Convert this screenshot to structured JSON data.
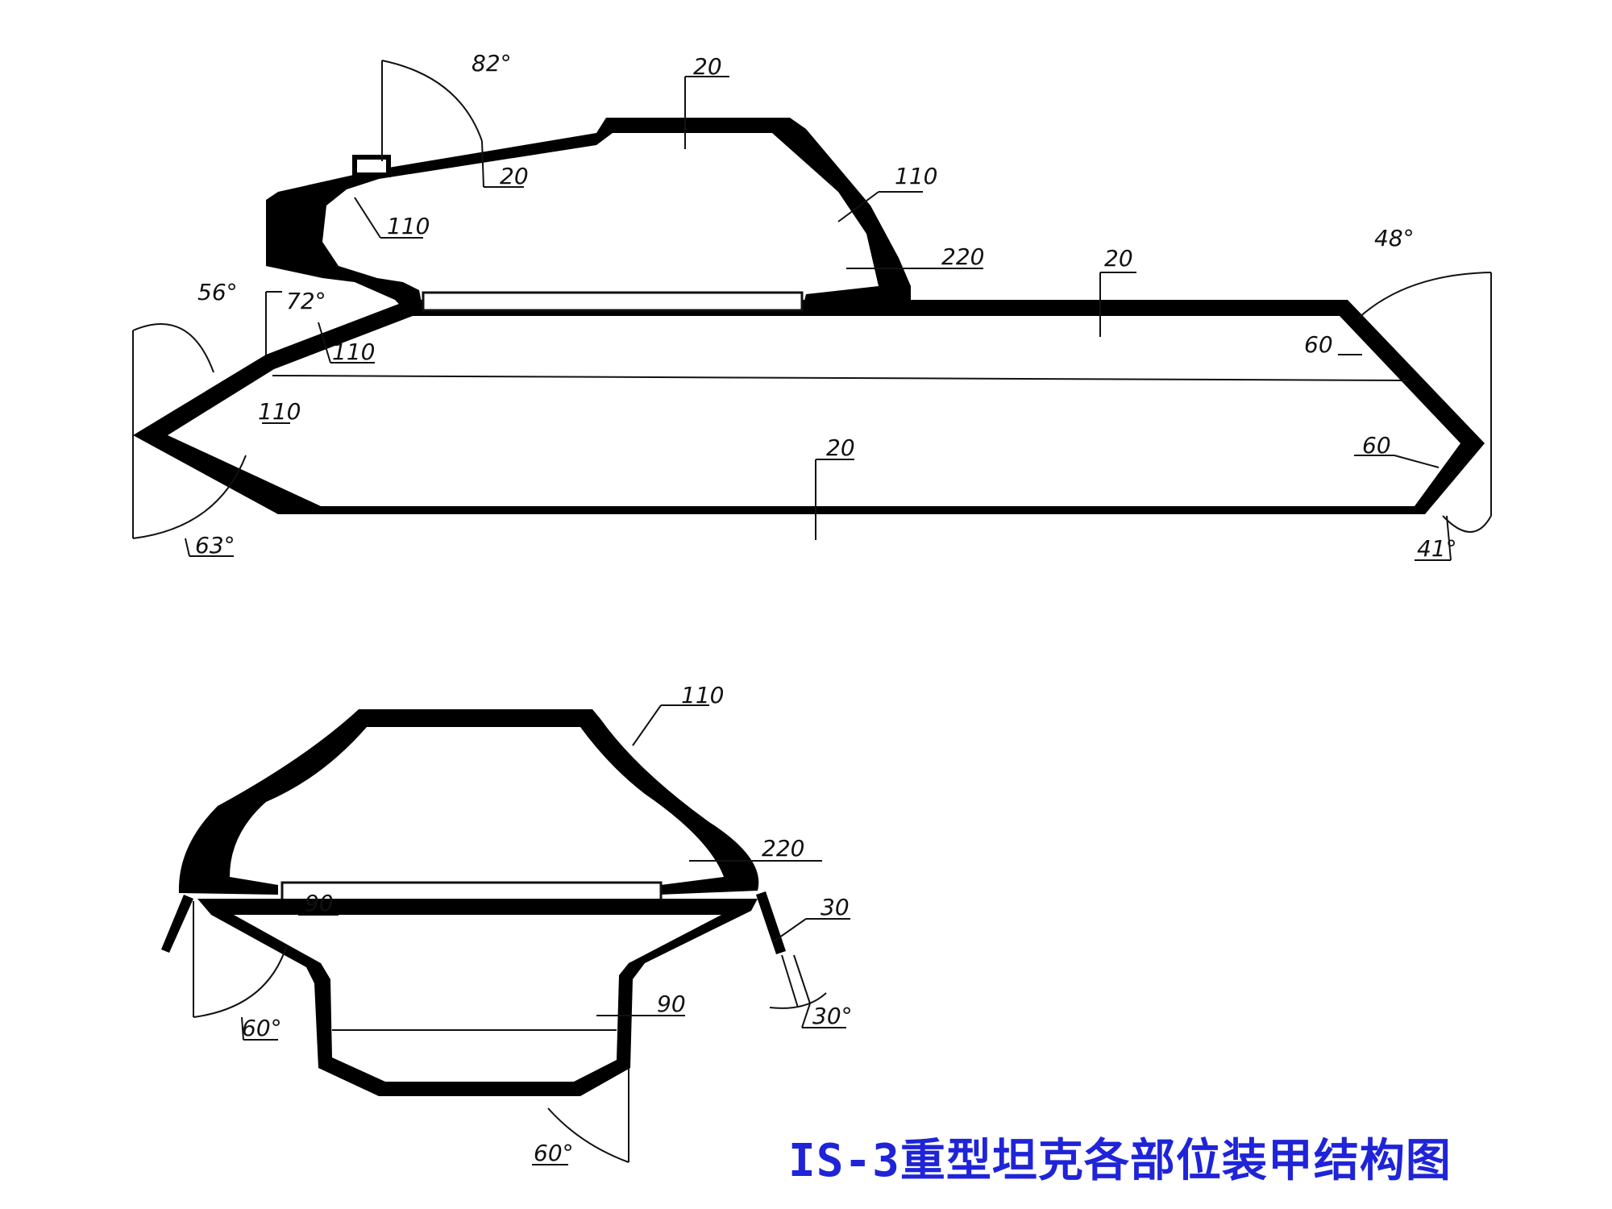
{
  "caption": "IS-3重型坦克各部位装甲结构图",
  "side_view": {
    "labels": {
      "turret_front_angle": "82°",
      "turret_roof": "20",
      "turret_roof_front": "20",
      "mantlet": "110",
      "turret_side_upper": "110",
      "turret_side_lower": "220",
      "hull_roof": "20",
      "upper_front_angle": "56°",
      "upper_front_angle_2": "72°",
      "upper_front_plate": "110",
      "lower_front_plate": "110",
      "lower_front_angle": "63°",
      "hull_bottom": "20",
      "rear_angle_top": "48°",
      "rear_upper_plate": "60",
      "rear_lower_plate": "60",
      "rear_angle_bottom": "41°"
    }
  },
  "front_view": {
    "labels": {
      "turret_top_side": "110",
      "turret_bottom_side": "220",
      "hull_side_upper": "90",
      "hull_side_angle": "60°",
      "hull_side_lower": "90",
      "fender": "30",
      "fender_angle": "30°",
      "bottom_angle": "60°"
    }
  }
}
